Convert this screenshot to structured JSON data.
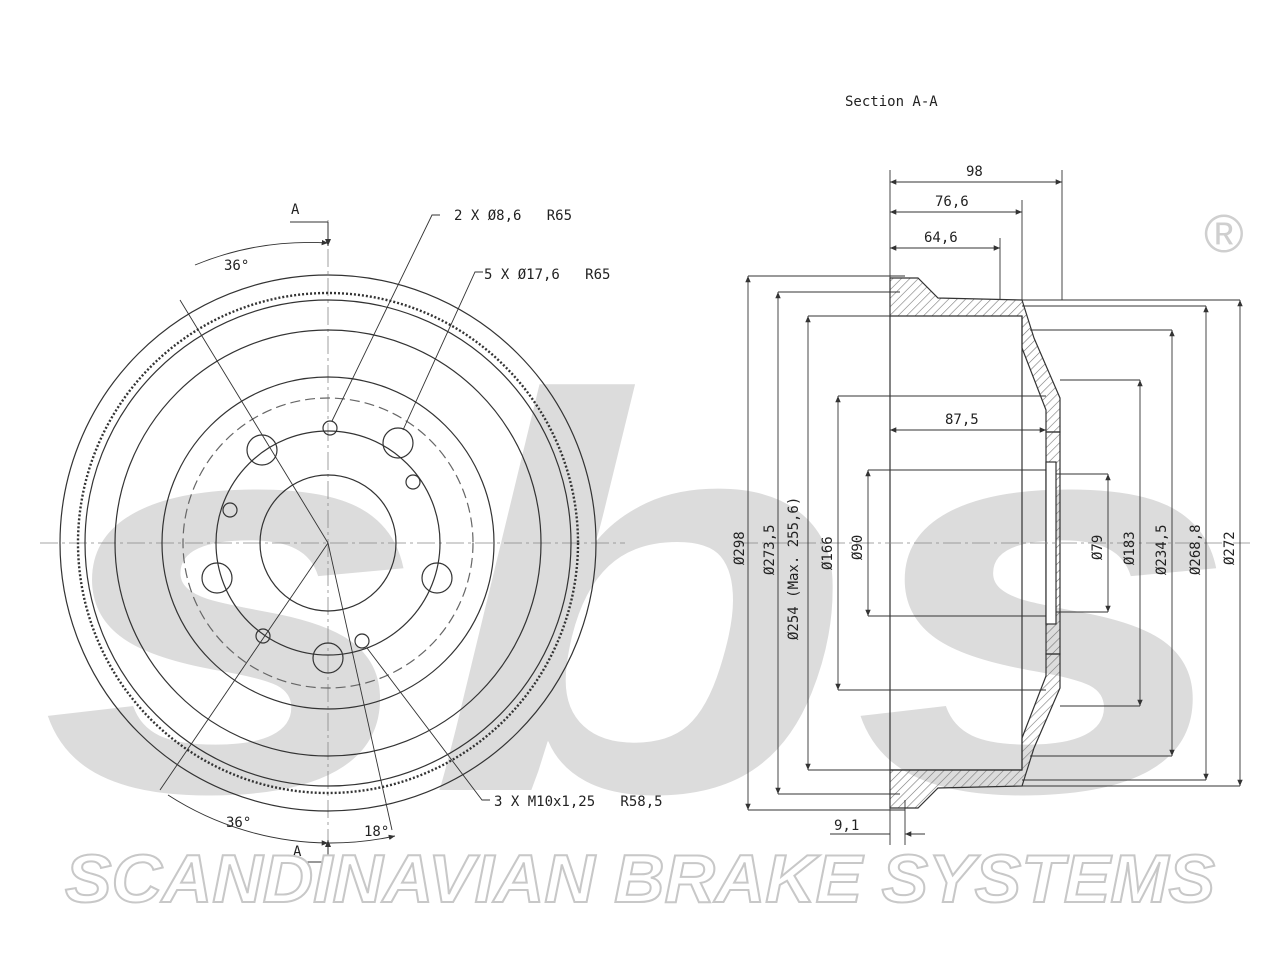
{
  "brand": {
    "logo_text": "sbs",
    "registered_mark": "®",
    "company_name": "SCANDINAVIAN BRAKE SYSTEMS"
  },
  "front_view": {
    "section_marker_top": "A",
    "section_marker_bottom": "A",
    "angle_top_left": "36°",
    "angle_bottom_left": "36°",
    "angle_bottom_right": "18°",
    "callout_small_holes": "2 X Ø8,6   R65",
    "callout_bolt_holes": "5 X Ø17,6   R65",
    "callout_threaded_holes": "3 X M10x1,25   R58,5"
  },
  "section_view": {
    "title": "Section A-A",
    "dim_98": "98",
    "dim_76_6": "76,6",
    "dim_64_6": "64,6",
    "dim_87_5": "87,5",
    "dim_9_1": "9,1",
    "dia_298": "Ø298",
    "dia_273_5": "Ø273,5",
    "dia_254": "Ø254 (Max. 255,6)",
    "dia_166": "Ø166",
    "dia_90": "Ø90",
    "dia_79": "Ø79",
    "dia_183": "Ø183",
    "dia_234_5": "Ø234,5",
    "dia_268_8": "Ø268,8",
    "dia_272": "Ø272"
  },
  "colors": {
    "line": "#333333",
    "hatch": "#777777",
    "watermark": "#dcdcdc"
  }
}
